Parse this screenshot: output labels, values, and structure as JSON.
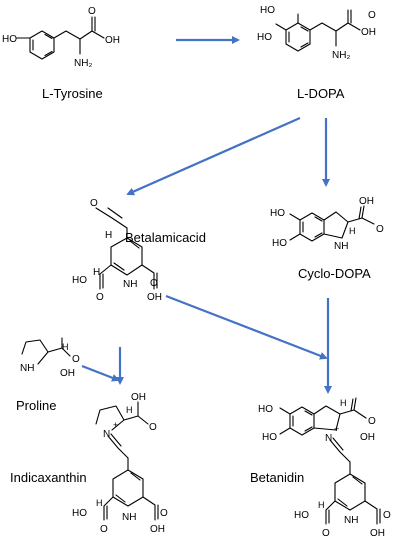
{
  "compounds": {
    "tyrosine": {
      "name": "L-Tyrosine",
      "atoms": {
        "ho": "HO",
        "oh": "OH",
        "o": "O",
        "nh2": "NH₂"
      }
    },
    "dopa": {
      "name": "L-DOPA",
      "atoms": {
        "ho1": "HO",
        "ho2": "HO",
        "oh": "OH",
        "o": "O",
        "nh2": "NH₂"
      }
    },
    "betalamic_acid": {
      "name": "Betalamicacid",
      "atoms": {
        "o_top": "O",
        "h_top": "H",
        "h_ring": "H",
        "ho": "HO",
        "o_left": "O",
        "nh": "NH",
        "o_right": "O",
        "oh": "OH"
      }
    },
    "cyclo_dopa": {
      "name": "Cyclo-DOPA",
      "atoms": {
        "ho1": "HO",
        "ho2": "HO",
        "nh": "NH",
        "o": "O",
        "oh": "OH",
        "h": "H"
      }
    },
    "proline": {
      "name": "Proline",
      "atoms": {
        "nh": "NH",
        "o": "O",
        "oh": "OH",
        "h": "H"
      }
    },
    "indicaxanthin": {
      "name": "Indicaxanthin",
      "atoms": {
        "n": "N",
        "plus": "+",
        "h": "H",
        "o": "O",
        "oh": "OH",
        "ho": "HO",
        "o_left": "O",
        "nh": "NH",
        "o_right": "O",
        "oh2": "OH",
        "h2": "H"
      }
    },
    "betanidin": {
      "name": "Betanidin",
      "atoms": {
        "ho1": "HO",
        "ho2": "HO",
        "n": "N",
        "plus": "+",
        "o": "O",
        "oh": "OH",
        "h": "H",
        "ho3": "HO",
        "o_left": "O",
        "nh": "NH",
        "o_right": "O",
        "oh2": "OH",
        "h2": "H"
      }
    }
  },
  "colors": {
    "arrow": "#4472c4",
    "text": "#000000",
    "background": "#ffffff"
  }
}
